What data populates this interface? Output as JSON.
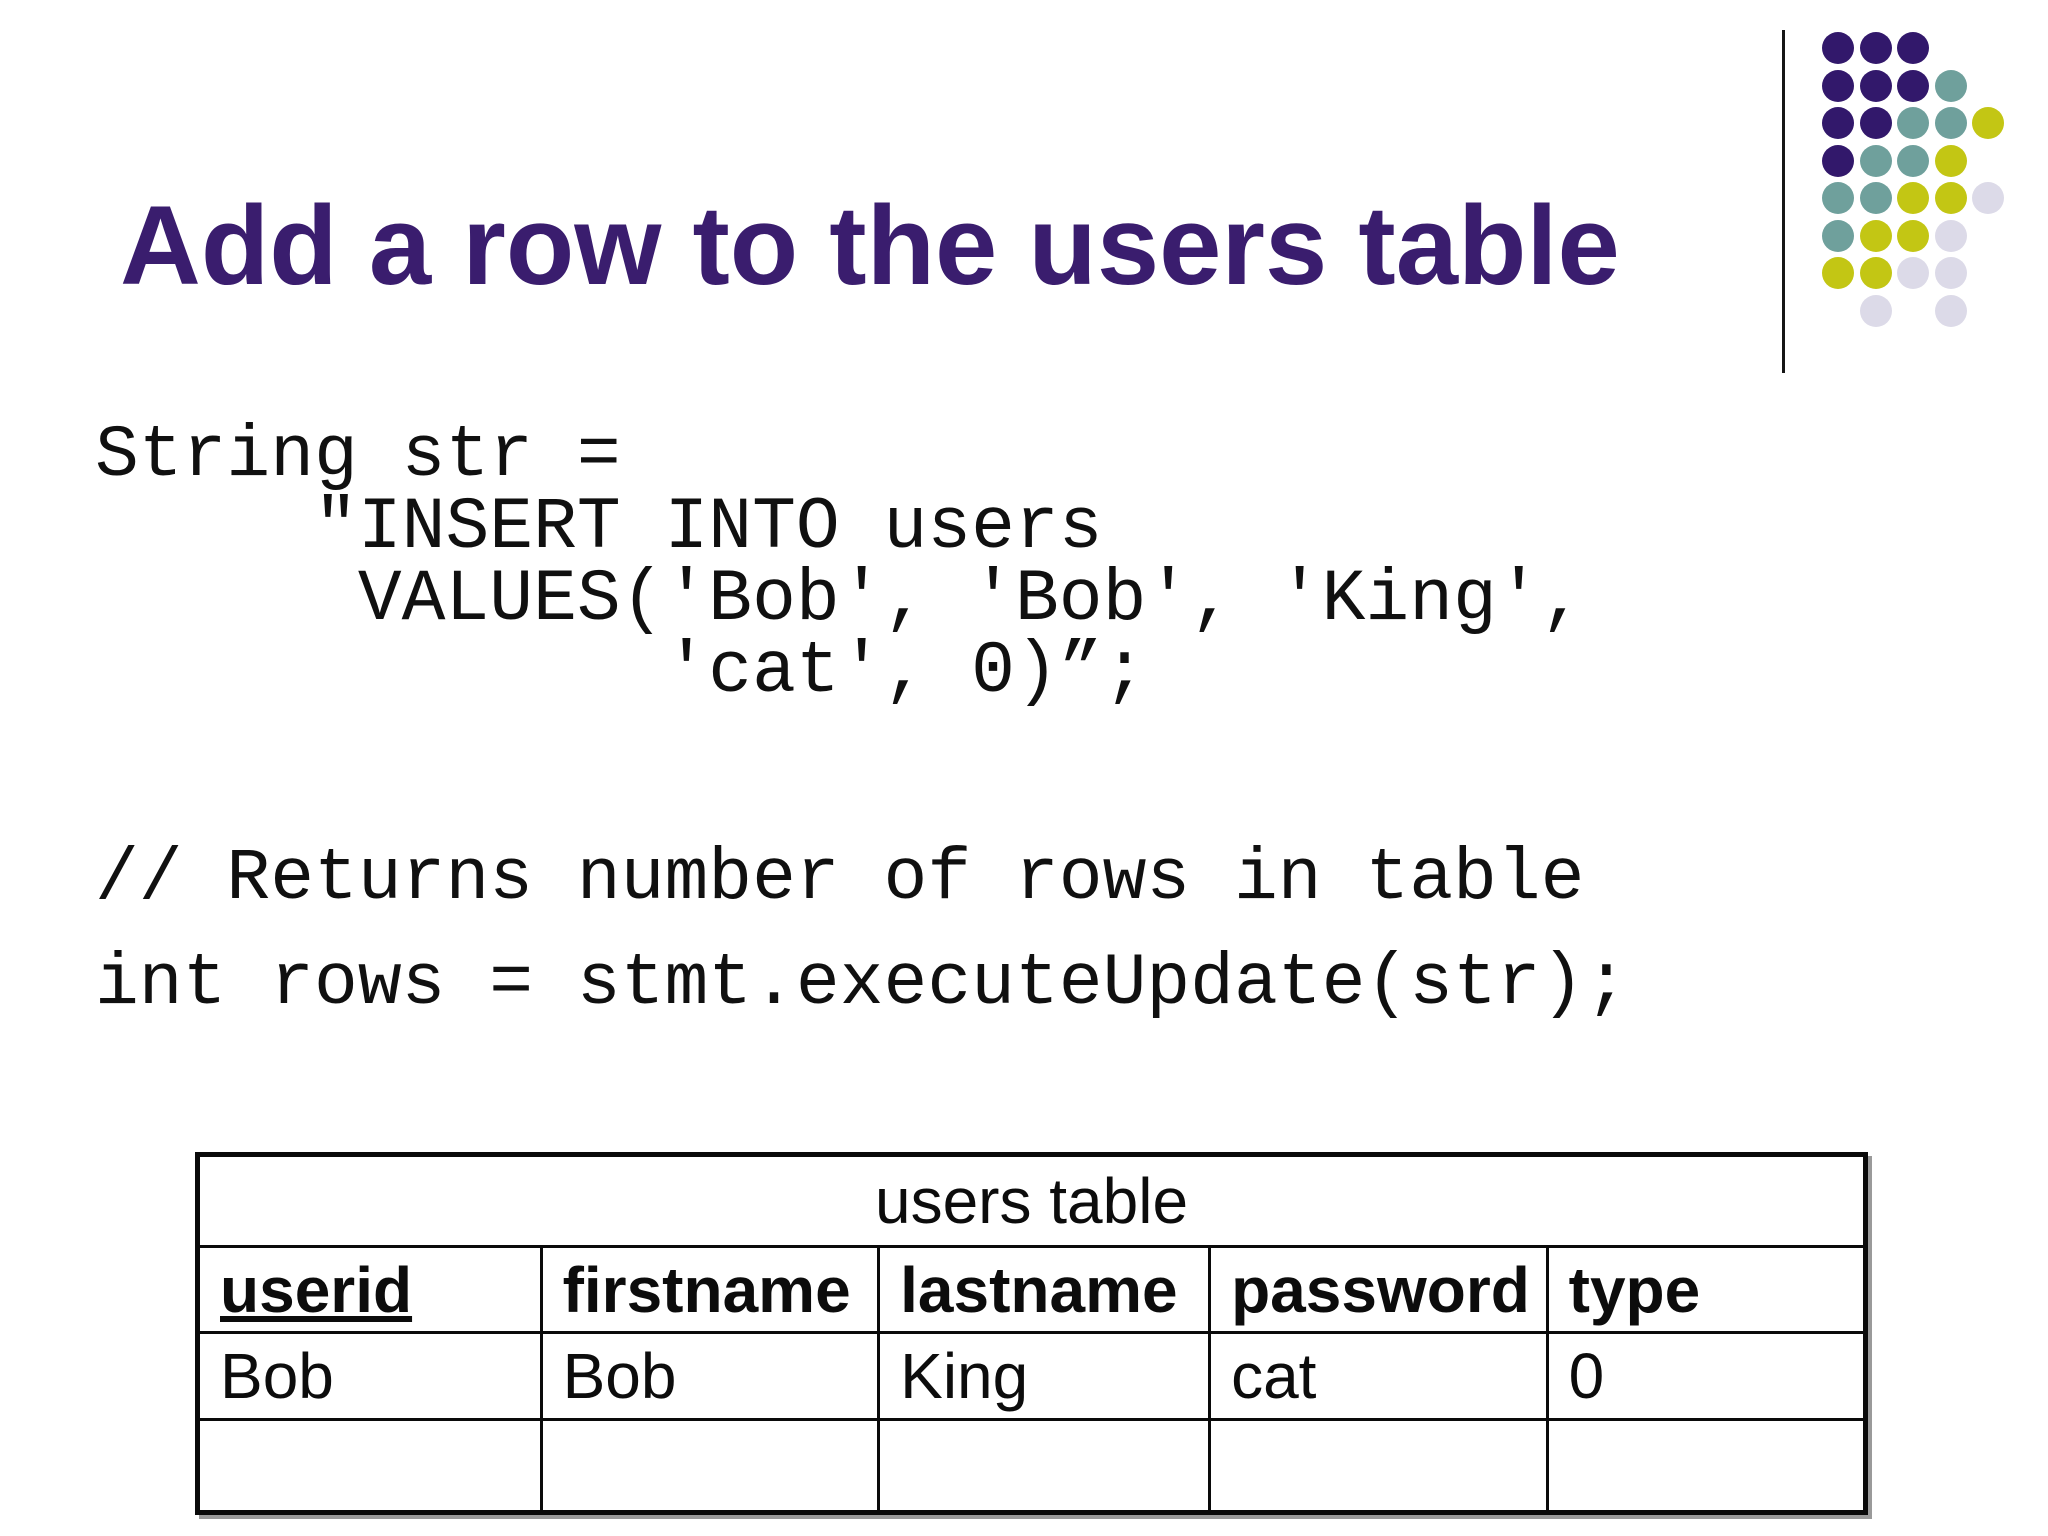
{
  "slide": {
    "title": "Add a row to the users table",
    "title_color": "#3a1d6e",
    "background_color": "#ffffff"
  },
  "code": {
    "block1_lines": [
      "String str =",
      "     \"INSERT INTO users",
      "      VALUES('Bob', 'Bob', 'King',",
      "             'cat', 0)”;"
    ],
    "comment_line": "// Returns number of rows in table",
    "statement_line": "int rows = stmt.executeUpdate(str);"
  },
  "users_table": {
    "caption": "users table",
    "columns": [
      "userid",
      "firstname",
      "lastname",
      "password",
      "type"
    ],
    "key_column": "userid",
    "rows": [
      [
        "Bob",
        "Bob",
        "King",
        "cat",
        "0"
      ],
      [
        "",
        "",
        "",
        "",
        ""
      ]
    ]
  },
  "decor": {
    "divider_line_color": "#151515",
    "dot_colors": {
      "purple": "#32186b",
      "teal": "#6fa09c",
      "yellow": "#c3c614",
      "lavender": "#dcdae8"
    },
    "dot_grid": [
      "PPP..",
      "PPPT.",
      "PPTTY",
      "PTTY.",
      "TTYYL",
      "TYYL.",
      "YYLL.",
      ".L.L."
    ]
  }
}
